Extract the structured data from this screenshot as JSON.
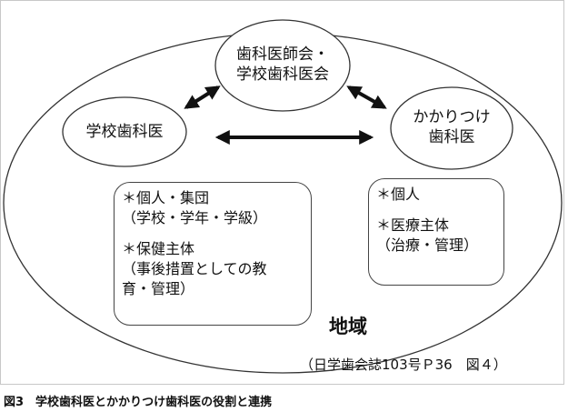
{
  "nodes": {
    "association": {
      "line1": "歯科医師会・",
      "line2": "学校歯科医会"
    },
    "school_dentist": {
      "label": "学校歯科医"
    },
    "family_dentist": {
      "line1": "かかりつけ",
      "line2": "歯科医"
    }
  },
  "school_box": {
    "item1_title": "＊個人・集団",
    "item1_detail": "（学校・学年・学級）",
    "item2_title": "＊保健主体",
    "item2_detail_line1": "（事後措置としての教",
    "item2_detail_line2": "育・管理）"
  },
  "family_box": {
    "item1_title": "＊個人",
    "item2_title": "＊医療主体",
    "item2_detail": "（治療・管理）"
  },
  "region_label": "地域",
  "source": "（日学歯会誌103号Ｐ36　図４）",
  "caption": "図3　学校歯科医とかかりつけ歯科医の役割と連携"
}
